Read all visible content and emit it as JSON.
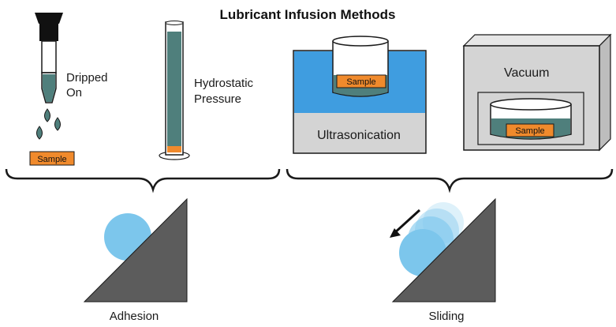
{
  "title": "Lubricant Infusion Methods",
  "methods": {
    "dripped": {
      "label_line1": "Dripped",
      "label_line2": "On",
      "sample": "Sample"
    },
    "hydrostatic": {
      "label_line1": "Hydrostatic",
      "label_line2": "Pressure"
    },
    "ultrasonication": {
      "label": "Ultrasonication",
      "sample": "Sample"
    },
    "vacuum": {
      "label": "Vacuum",
      "sample": "Sample"
    }
  },
  "outcomes": {
    "adhesion": "Adhesion",
    "sliding": "Sliding"
  },
  "colors": {
    "stroke": "#1a1a1a",
    "liquid": "#4f7f7c",
    "sample": "#f08a2c",
    "bath_water": "#3f9de0",
    "bath_gray": "#d4d4d4",
    "droplet": "#7cc6ec",
    "incline": "#5c5c5c"
  }
}
